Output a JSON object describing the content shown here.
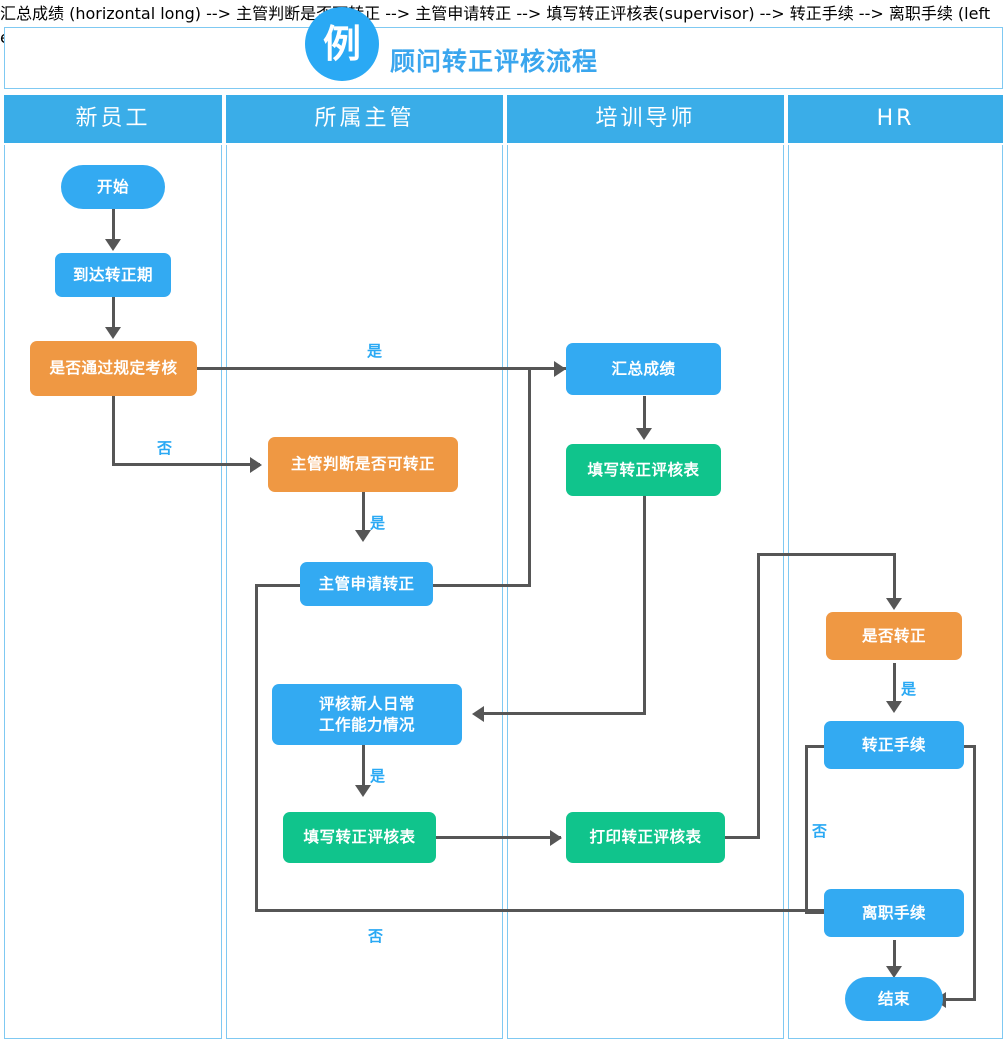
{
  "header": {
    "badge": "例",
    "title": "顾问转正评核流程"
  },
  "lanes": [
    {
      "label": "新员工"
    },
    {
      "label": "所属主管"
    },
    {
      "label": "培训导师"
    },
    {
      "label": "HR"
    }
  ],
  "nodes": {
    "start": "开始",
    "reach_period": "到达转正期",
    "pass_exam": "是否通过规定考核",
    "supervisor_judge": "主管判断是否可转正",
    "supervisor_apply": "主管申请转正",
    "assess_daily_line1": "评核新人日常",
    "assess_daily_line2": "工作能力情况",
    "fill_form_sup": "填写转正评核表",
    "summary_score": "汇总成绩",
    "fill_form_mentor": "填写转正评核表",
    "print_form": "打印转正评核表",
    "confirm_regular": "是否转正",
    "regular_proc": "转正手续",
    "leave_proc": "离职手续",
    "end": "结束"
  },
  "edge_labels": {
    "yes_exam": "是",
    "no_exam": "否",
    "yes_judge": "是",
    "yes_assess": "是",
    "yes_confirm": "是",
    "no_regular": "否",
    "no_bottom": "否"
  },
  "colors": {
    "blue": "#33aaf2",
    "orange": "#ef9843",
    "green": "#10c48c",
    "lane_header": "#3aade8",
    "lane_border": "#7fc9f2",
    "connector": "#565656",
    "label_text": "#2aa9f4"
  }
}
